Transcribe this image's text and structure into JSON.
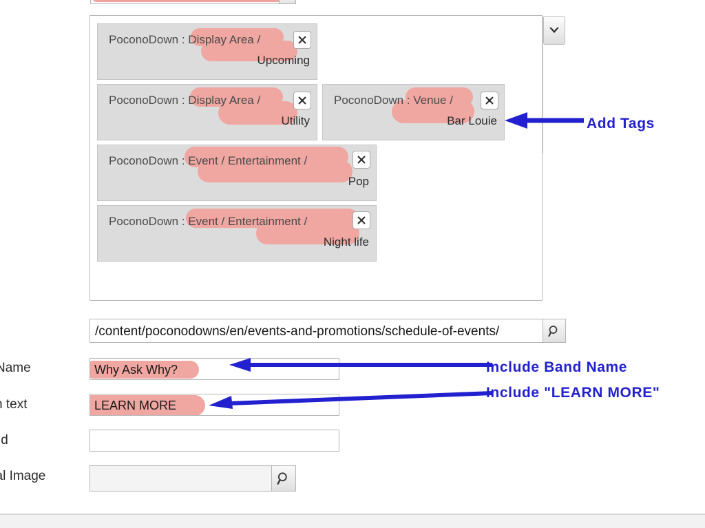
{
  "window": {
    "background_color": "#ffffff",
    "highlight_color": "#f0a6a1",
    "annotation_color": "#2321cf",
    "tag_background_color": "#dcdcdc"
  },
  "tags_panel": {
    "dropdown_icon": "chevron-down-icon",
    "close_icon": "close-x-icon",
    "tags": [
      {
        "prefix": "PoconoDown : ",
        "line1": "Display Area /",
        "line2": "Upcoming",
        "full": "PoconoDown : Display Area / Upcoming"
      },
      {
        "prefix": "PoconoDown : ",
        "line1": "Display Area /",
        "line2": "Utility",
        "full": "PoconoDown : Display Area / Utility"
      },
      {
        "prefix": "PoconoDown : ",
        "line1": "Venue /",
        "line2": "Bar Louie",
        "full": "PoconoDown : Venue / Bar Louie"
      },
      {
        "prefix": "PoconoDown : ",
        "line1": "Event / Entertainment /",
        "line2": "Pop",
        "full": "PoconoDown : Event / Entertainment / Pop"
      },
      {
        "prefix": "PoconoDown : ",
        "line1": "Event / Entertainment /",
        "line2": "Night life",
        "full": "PoconoDown : Event / Entertainment / Night life"
      }
    ]
  },
  "path_field": {
    "value": "/content/poconodowns/en/events-and-promotions/schedule-of-events/",
    "search_icon": "magnifier-icon"
  },
  "top_field": {
    "value": ""
  },
  "form": {
    "rows": [
      {
        "label": "Name",
        "value": "Why Ask Why?",
        "highlighted": true
      },
      {
        "label": "n text",
        "value": "LEARN MORE",
        "highlighted": true
      },
      {
        "label": "Id",
        "value": "",
        "highlighted": false
      },
      {
        "label": "sal Image",
        "value": "",
        "highlighted": false
      }
    ],
    "image_search_icon": "magnifier-icon"
  },
  "annotations": [
    {
      "text": "Add Tags",
      "arrow": "left-arrow-icon"
    },
    {
      "text": "Include Band Name",
      "arrow": "left-arrow-icon"
    },
    {
      "text": "Include \"LEARN MORE\"",
      "arrow": "left-arrow-icon"
    }
  ]
}
